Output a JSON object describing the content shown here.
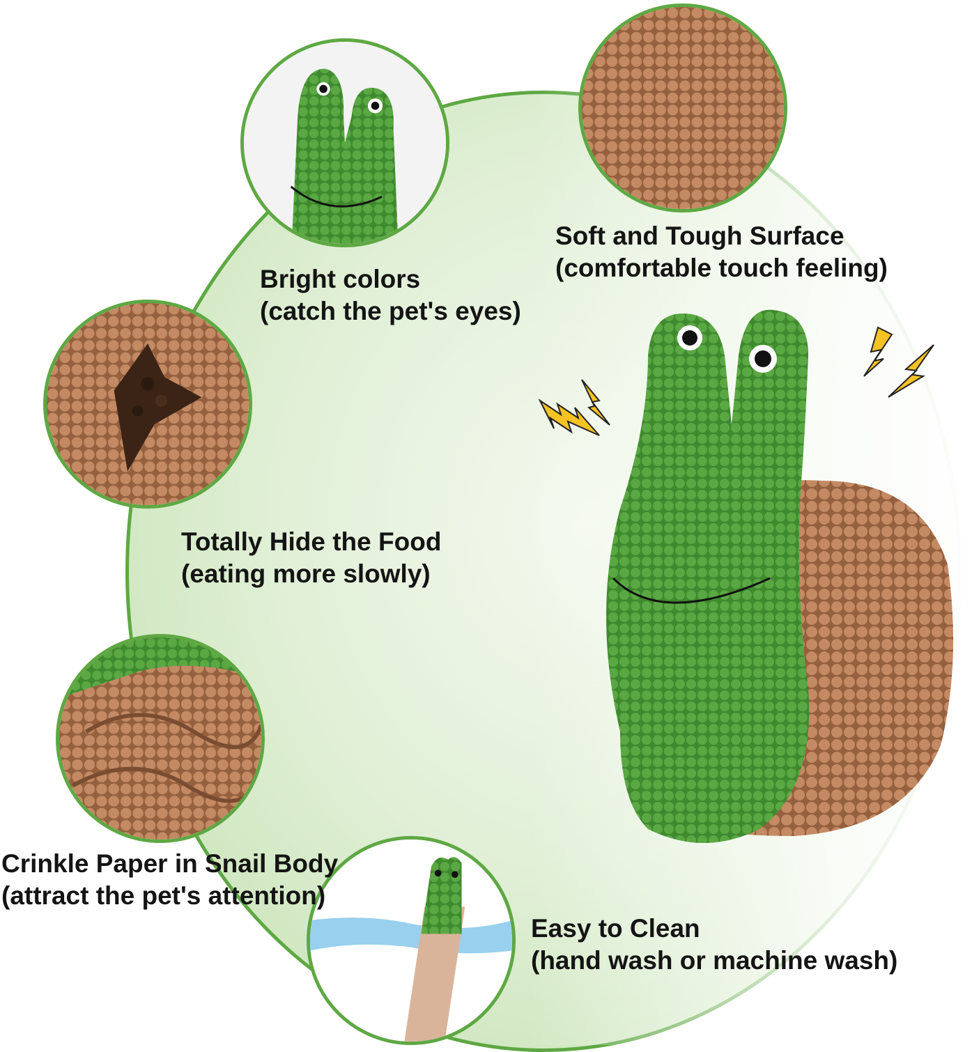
{
  "features": [
    {
      "title": "Bright colors",
      "subtitle": "(catch the pet's eyes)",
      "icon": "snail-head-closeup"
    },
    {
      "title": "Soft and Tough Surface",
      "subtitle": "(comfortable touch feeling)",
      "icon": "fabric-texture-closeup"
    },
    {
      "title": "Totally Hide the Food",
      "subtitle": "(eating more slowly)",
      "icon": "hidden-food-closeup"
    },
    {
      "title": "Crinkle Paper in Snail Body",
      "subtitle": "(attract the pet's attention)",
      "icon": "snail-body-closeup"
    },
    {
      "title": "Easy to Clean",
      "subtitle": "(hand wash or machine wash)",
      "icon": "washing-closeup"
    }
  ],
  "colors": {
    "accent": "#5ea843",
    "fabric_green": "#4f9a3a",
    "fabric_brown": "#b07a56",
    "bolt": "#f6c325"
  }
}
